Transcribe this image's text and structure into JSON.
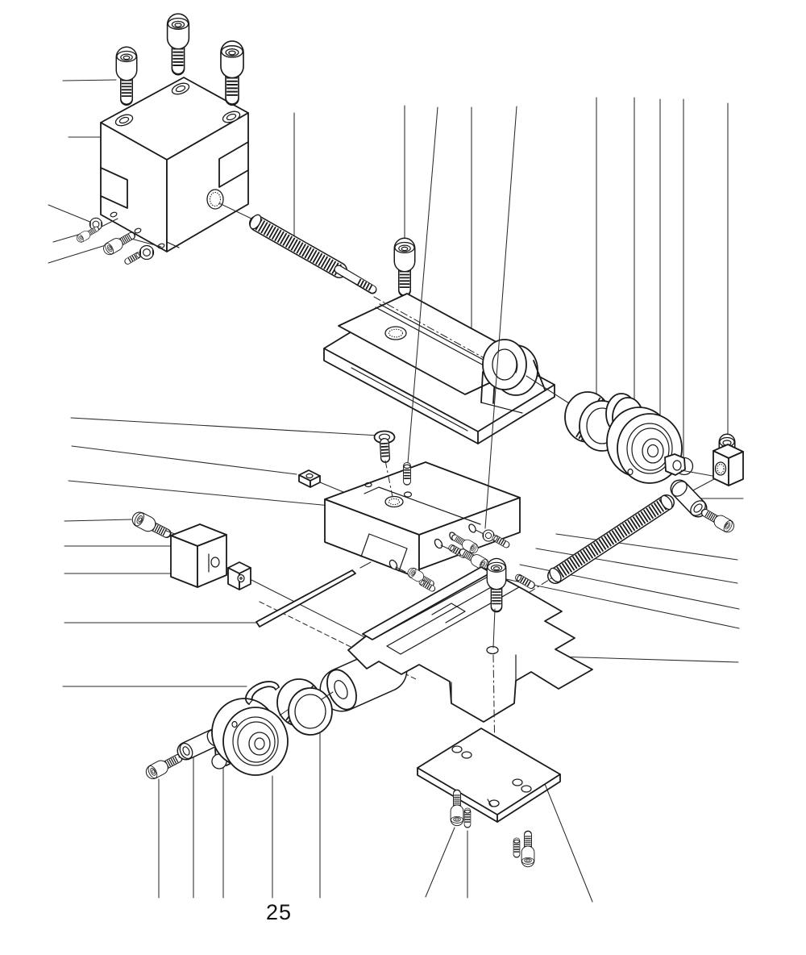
{
  "page": {
    "number_label": "25",
    "background_color": "#ffffff",
    "line_color": "#1a1a1a"
  },
  "diagram": {
    "type": "exploded-parts-diagram",
    "subject": "Cross-slide / compound slide table assembly, exploded view with leader lines",
    "parts": [
      "tool-post-block",
      "socket-head-cap-screws-top",
      "clamp-fasteners-left",
      "top-slide-lead-screw",
      "socket-head-cap-screw-middle",
      "top-slide-plate",
      "lead-screw-bearing-bracket",
      "graduated-dial-ring-right",
      "thrust-washer-right",
      "handwheel-right",
      "hex-nut-right",
      "crank-handle-block",
      "spacer-bushing-right",
      "retaining-screw-right",
      "cross-feed-lead-screw",
      "set-screw-cluster",
      "flat-head-screw",
      "square-nut",
      "cross-slide-block",
      "clamp-block-left",
      "slide-nut-square",
      "gib-strip",
      "saddle-base-casting",
      "long-socket-head-cap-screw",
      "handwheel-left",
      "graduated-dial-ring-left",
      "retaining-c-clip",
      "hex-cap-nut-left",
      "spacer-bushing-left",
      "retaining-screw-left",
      "bottom-mounting-plate",
      "mounting-plate-screws"
    ]
  }
}
